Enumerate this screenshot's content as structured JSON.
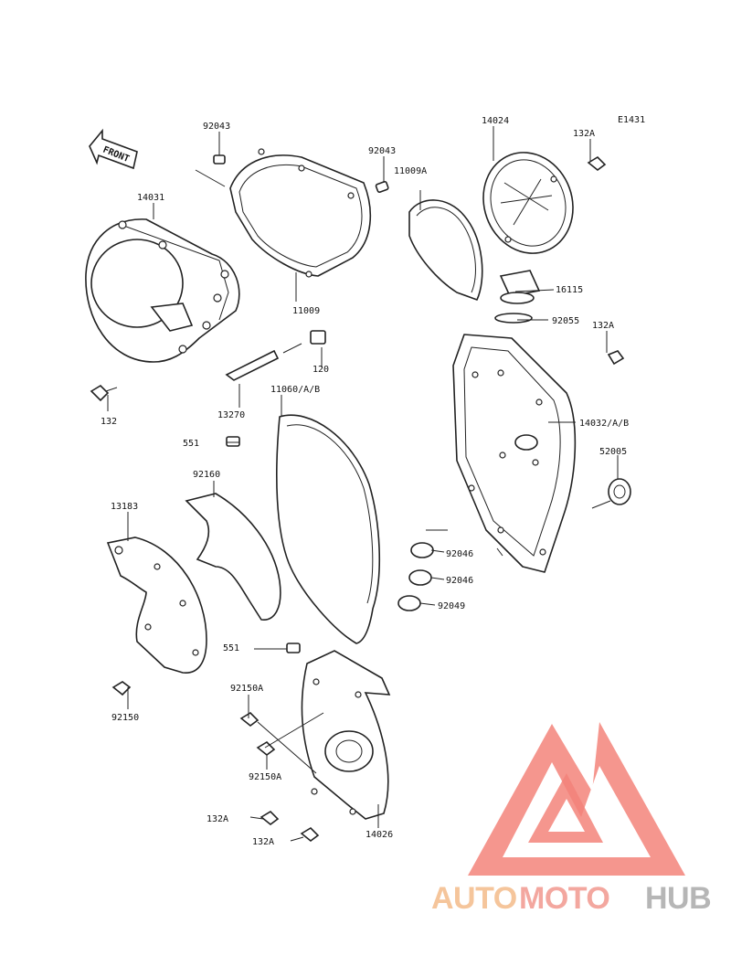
{
  "diagram": {
    "code": "E1431",
    "front_label": "FRONT",
    "part_labels": [
      "92043",
      "92043",
      "11009A",
      "14024",
      "132A",
      "14031",
      "11009",
      "16115",
      "92055",
      "132A",
      "120",
      "13270",
      "14032/A/B",
      "132",
      "11060/A/B",
      "551",
      "52005",
      "92160",
      "13183",
      "92046",
      "92046",
      "92049",
      "551",
      "92150A",
      "92150",
      "92150A",
      "132A",
      "14026",
      "132A"
    ]
  },
  "watermark": {
    "auto": "AUTO",
    "moto": "MOTO",
    "hub": "HUB",
    "colors": {
      "auto": "#f2b27a",
      "moto": "#f08a80",
      "hub": "#9e9e9e",
      "logo": "#f05a4f"
    }
  }
}
